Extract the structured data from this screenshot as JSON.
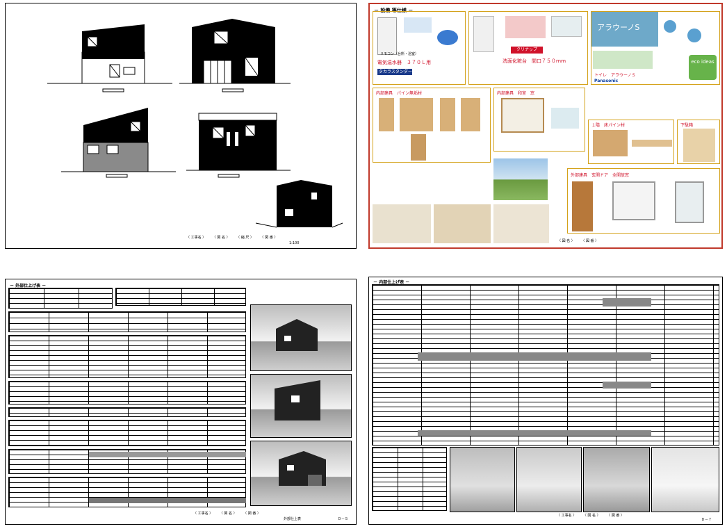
{
  "sheet1": {
    "scale": "1:100",
    "title_block": [
      "〈 工事名 〉",
      "〈 図 名 〉",
      "〈 縮 尺 〉",
      "〈 図 番 〉"
    ]
  },
  "sheet2": {
    "section_title": "－ 設備 等仕様 －",
    "water_heater": "電気温水器　３７０Ｌ用",
    "remote_caption": "リモコン（台所・浴室）",
    "brand_takara": "タカラスタンダード",
    "brand_cleanup": "クリナップ",
    "vanity": "洗面化粧台　間口７５０ｍｍ",
    "toilet_name": "アラウーノS",
    "toilet_caption": "トイレ　アラウーノＳ",
    "panasonic": "Panasonic",
    "eco": "eco ideas",
    "interior_pine": "内部建具　パイン無垢材",
    "interior_shoji": "内部建具　和室　窓",
    "floor_pine": "１階　床パイン材",
    "storage": "下駄箱",
    "exterior": "外部建具　玄関ドア　全開放窓",
    "title_block": [
      "〈 図 名 〉",
      "〈 図 番 〉"
    ]
  },
  "sheet3": {
    "section_title": "－ 外部仕上げ表 －",
    "title_block": [
      "〈 工事名 〉",
      "〈 図 名 〉",
      "〈 図 番 〉"
    ],
    "sheet_name": "外部仕上表",
    "sheet_no": "Ｄ－５"
  },
  "sheet4": {
    "section_title": "－ 内部仕上げ表 －",
    "title_block": [
      "〈 工事名 〉",
      "〈 図 名 〉",
      "〈 図 番 〉"
    ],
    "sheet_no": "Ｄ－７"
  }
}
